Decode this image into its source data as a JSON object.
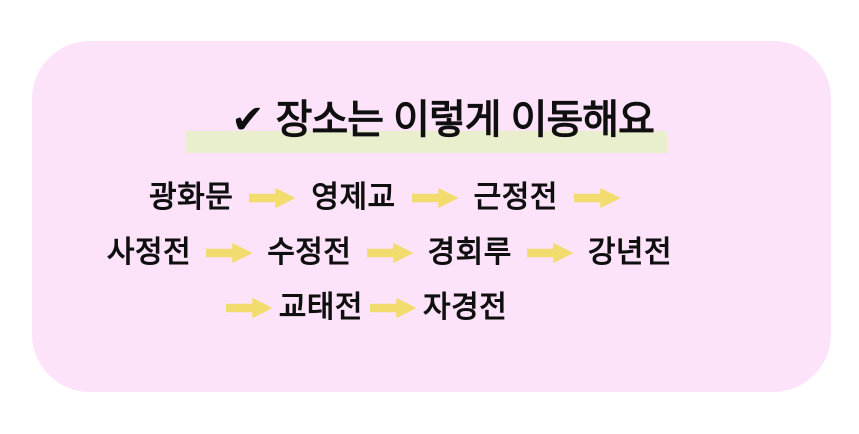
{
  "page": {
    "background_color": "#ffffff"
  },
  "card": {
    "background_color": "#fce3fa",
    "title": {
      "check_icon": "✔",
      "text": "장소는 이렇게 이동해요",
      "highlight_color": "#e9efcd",
      "text_color": "#0f0f0f"
    },
    "arrow_color": "#f2dc6e",
    "route_rows": [
      {
        "items": [
          {
            "type": "place",
            "label": "광화문"
          },
          {
            "type": "arrow"
          },
          {
            "type": "place",
            "label": "영제교"
          },
          {
            "type": "arrow"
          },
          {
            "type": "place",
            "label": "근정전"
          },
          {
            "type": "arrow"
          }
        ]
      },
      {
        "items": [
          {
            "type": "place",
            "label": "사정전"
          },
          {
            "type": "arrow"
          },
          {
            "type": "place",
            "label": "수정전"
          },
          {
            "type": "arrow"
          },
          {
            "type": "place",
            "label": "경회루"
          },
          {
            "type": "arrow"
          },
          {
            "type": "place",
            "label": "강년전"
          }
        ]
      },
      {
        "items": [
          {
            "type": "arrow"
          },
          {
            "type": "place",
            "label": "교태전"
          },
          {
            "type": "arrow"
          },
          {
            "type": "place",
            "label": "자경전"
          }
        ]
      }
    ]
  }
}
